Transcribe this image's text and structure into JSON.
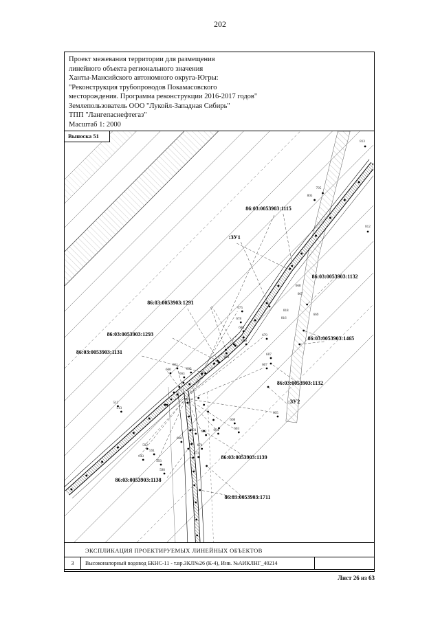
{
  "page": {
    "number": "202",
    "sheet": "Лист 26 из 63"
  },
  "title_block": {
    "lines": [
      "Проект межевания территории для размещения",
      "линейного объекта регионального значения",
      "Ханты-Мансийского автономного округа-Югры:",
      "\"Реконструкция трубопроводов Покамасовского",
      "месторождения. Программа реконструкции 2016-2017 годов\"",
      "Землепользователь ООО \"Лукойл-Западная Сибирь\"",
      "ТПП \"Лангепаснефтегаз\"",
      "Масштаб 1: 2000"
    ]
  },
  "map": {
    "inset_label": "Выноска 51",
    "parcel_labels": [
      {
        "text": "86:03:0053903:1115"
      },
      {
        "text": ":ЗУ1"
      },
      {
        "text": "86:03:0053903:1132"
      },
      {
        "text": "86:03:0053903:1291"
      },
      {
        "text": "86:03:0053903:1293"
      },
      {
        "text": "86:03:0053903:1131"
      },
      {
        "text": "86:03:0053903:1465"
      },
      {
        "text": "86:03:0053903:1132"
      },
      {
        "text": ":ЗУ2"
      },
      {
        "text": "86:03:0053903:1139"
      },
      {
        "text": "86:03:0053903:1138"
      },
      {
        "text": "86:03:0053903:1711"
      }
    ],
    "point_numbers": [
      "813",
      "812",
      "795",
      "805",
      "668",
      "667",
      "669",
      "818",
      "816",
      "675",
      "678",
      "680",
      "686",
      "679",
      "687",
      "607",
      "690",
      "605",
      "608",
      "603",
      "604",
      "601",
      "602",
      "600",
      "674",
      "673",
      "592",
      "591",
      "593",
      "643",
      "598",
      "512",
      "513",
      "660",
      "661",
      "663",
      "665"
    ]
  },
  "explication": {
    "title": "ЭКСПЛИКАЦИЯ ПРОЕКТИРУЕМЫХ ЛИНЕЙНЫХ ОБЪЕКТОВ",
    "rows": [
      {
        "num": "3",
        "name": "Высоконапорный водовод БКНС-11 - т.вр.ЗКЛ№26 (К-4), Инв. №АИКЛНГ_40214"
      }
    ]
  },
  "colors": {
    "ink": "#111111",
    "paper": "#ffffff",
    "hatch": "#888888"
  }
}
